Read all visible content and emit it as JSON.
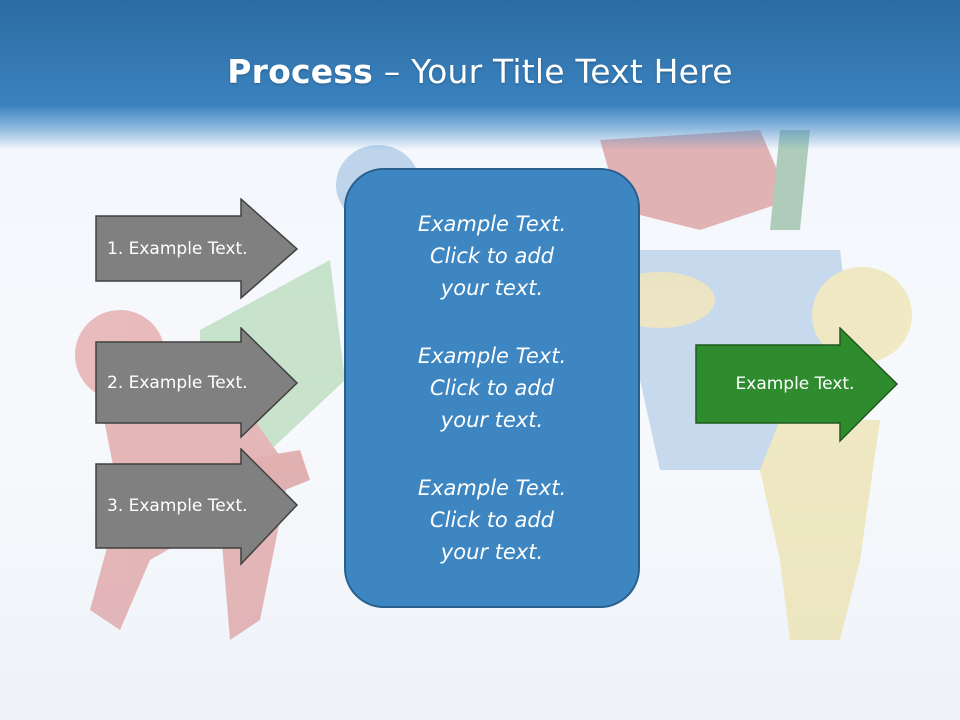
{
  "title": {
    "bold": "Process",
    "dash": " – ",
    "rest": "Your Title Text Here"
  },
  "left_arrows": [
    {
      "label": "1. Example Text."
    },
    {
      "label": "2. Example Text."
    },
    {
      "label": "3. Example Text."
    }
  ],
  "center_box": {
    "paragraphs": [
      "Example Text.\nClick  to add\nyour text.",
      "Example Text.\nClick  to add\nyour text.",
      "Example Text.\nClick  to add\nyour text."
    ]
  },
  "right_arrow": {
    "label": "Example Text."
  },
  "colors": {
    "title_bar": "#2c6ca2",
    "center_box": "#3d86c2",
    "gray_arrow": "#808080",
    "green_arrow": "#2e8b2e"
  }
}
